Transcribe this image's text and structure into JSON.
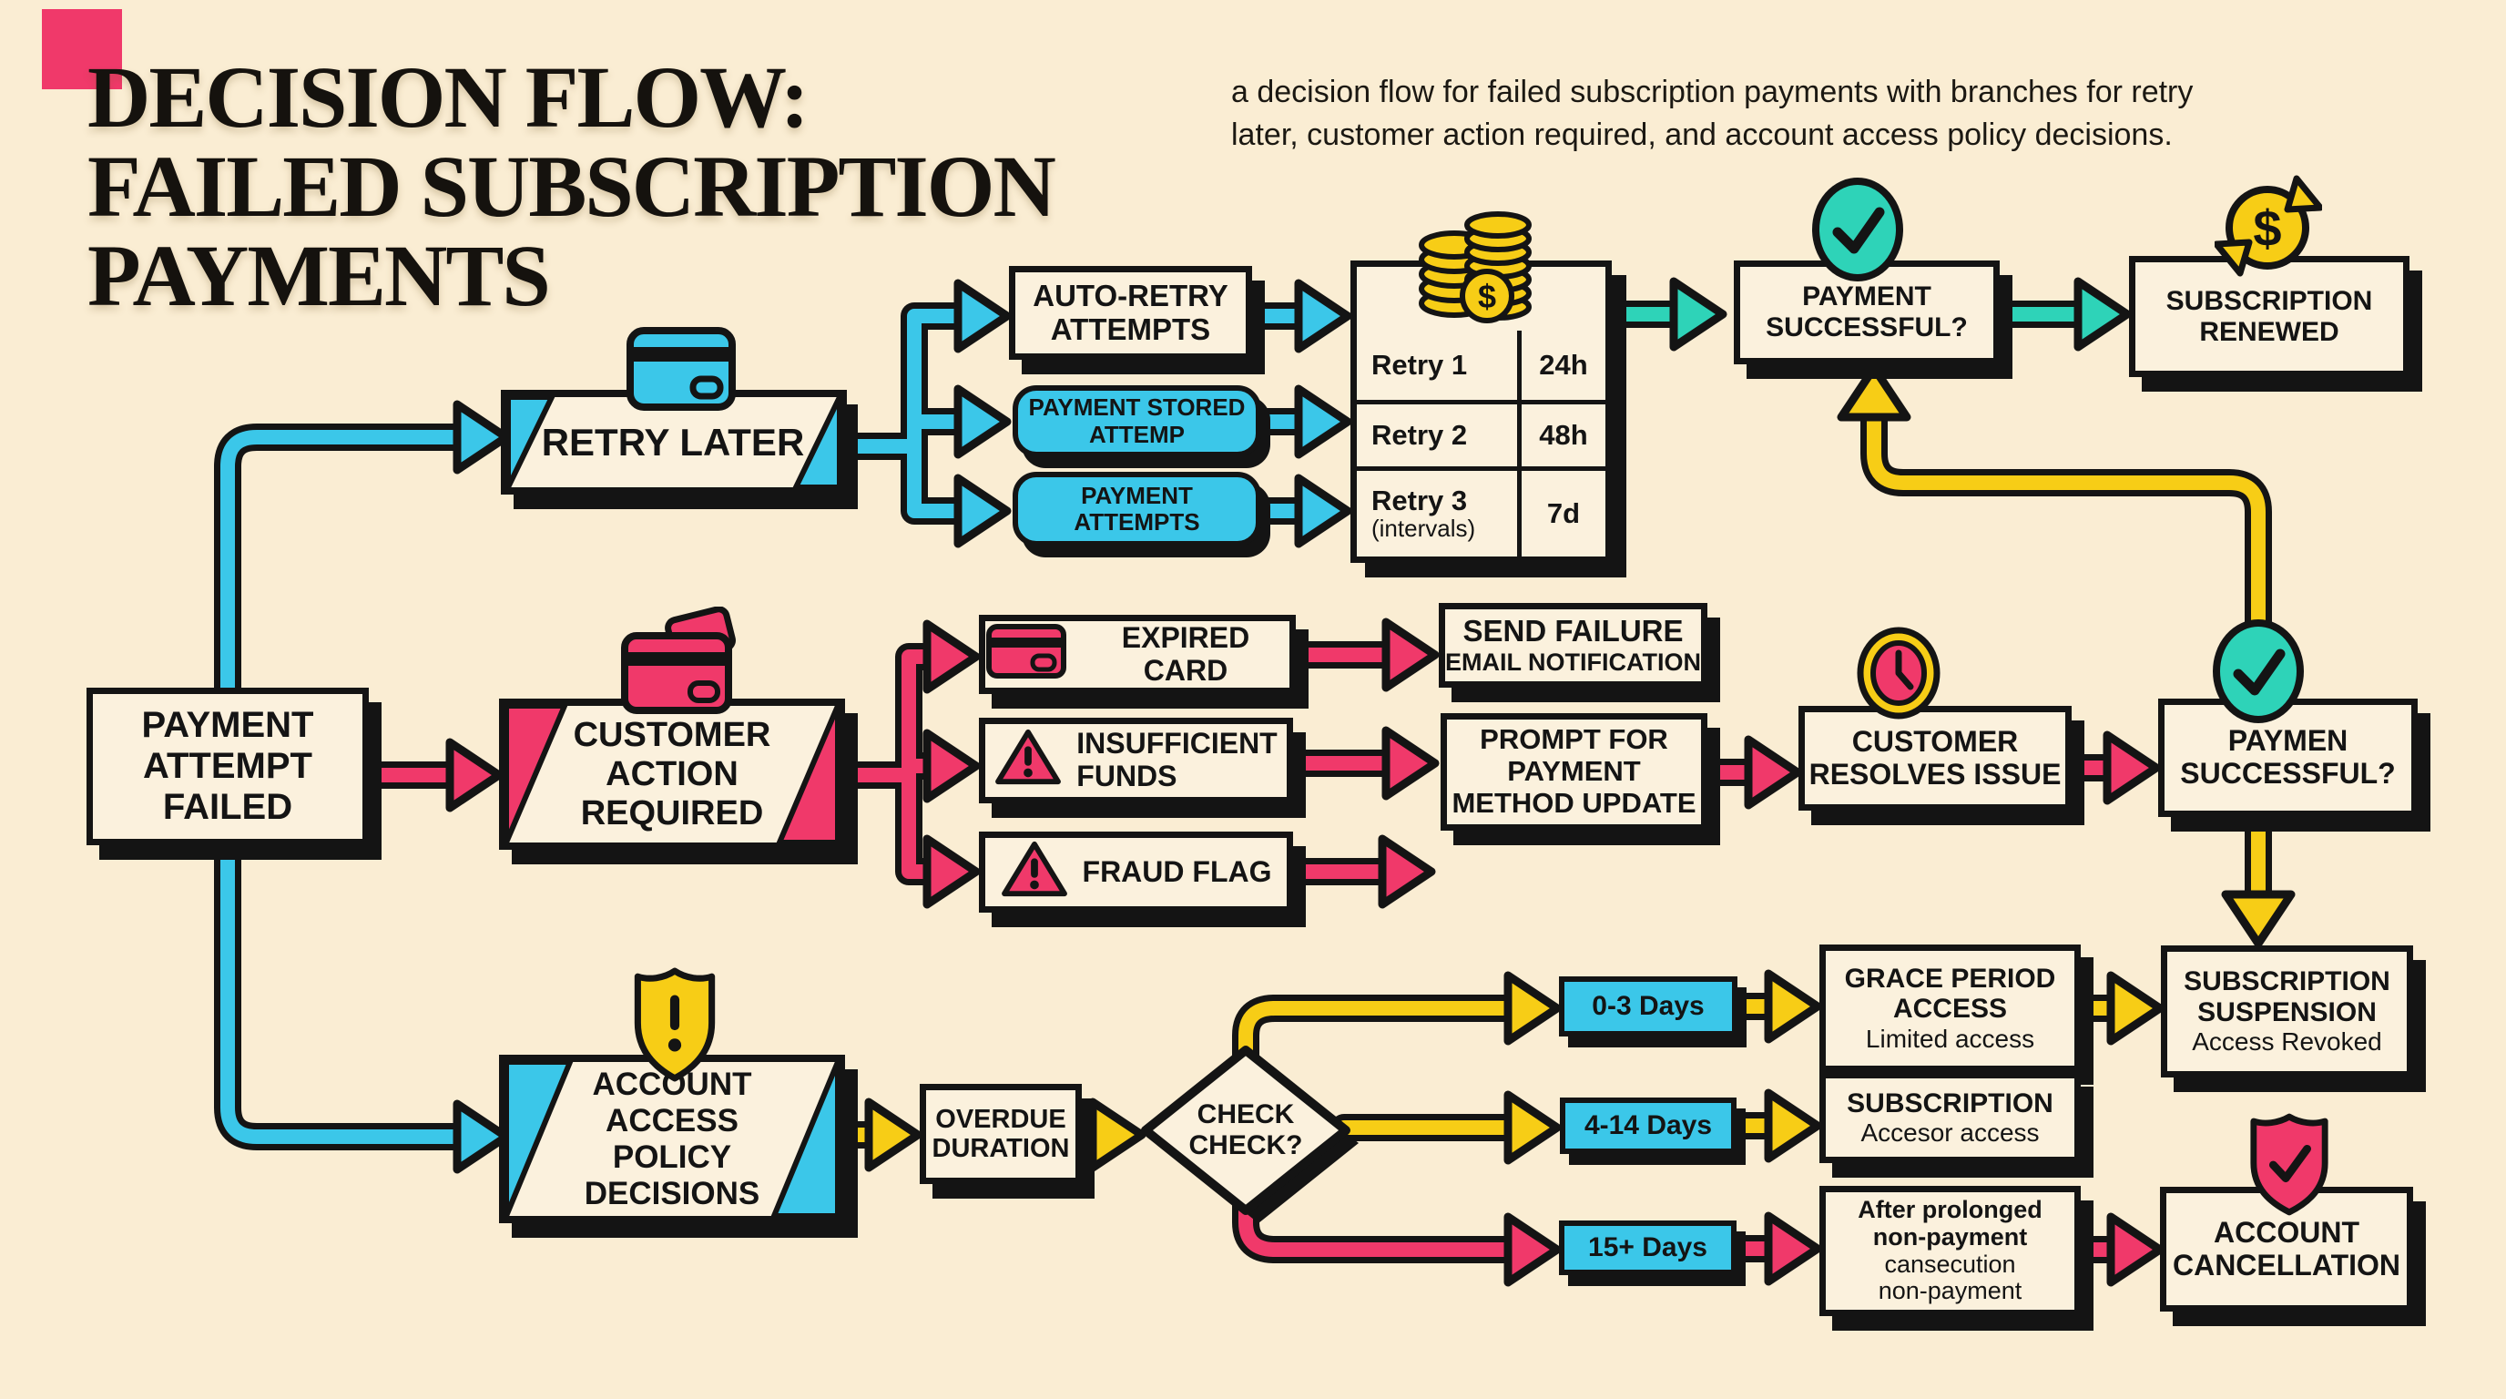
{
  "title": "DECISION FLOW:\nFAILED SUBSCRIPTION\nPAYMENTS",
  "subtitle": "a decision flow for failed subscription payments with branches for retry\nlater, customer action required, and account access policy decisions.",
  "colors": {
    "background": "#FAEDD3",
    "box_fill": "#FBF1DD",
    "cyan": "#3BC7E9",
    "teal": "#2ED3B8",
    "pink": "#F0396A",
    "yellow": "#F7CD16",
    "outline": "#141414"
  },
  "nodes": {
    "payment_attempt_failed": "PAYMENT\nATTEMPT\nFAILED",
    "retry_later": "RETRY LATER",
    "auto_retry_attempts": "AUTO-RETRY\nATTEMPTS",
    "payment_stored_attemp": "PAYMENT STORED\nATTEMP",
    "payment_attempts": "PAYMENT\nATTEMPTS",
    "payment_successful": "PAYMENT\nSUCCESSFUL?",
    "subscription_renewed": "SUBSCRIPTION\nRENEWED",
    "customer_action_required": "CUSTOMER\nACTION\nREQUIRED",
    "expired_card": "EXPIRED CARD",
    "insufficient_funds": "INSUFFICIENT\nFUNDS",
    "fraud_flag": "FRAUD FLAG",
    "send_failure_title": "SEND FAILURE",
    "send_failure_sub": "EMAIL NOTIFICATION",
    "prompt_payment_update": "PROMPT FOR\nPAYMENT\nMETHOD UPDATE",
    "customer_resolves_issue": "CUSTOMER\nRESOLVES ISSUE",
    "paymen_successful": "PAYMEN\nSUCCESSFUL?",
    "account_access_policy": "ACCOUNT\nACCESS\nPOLICY\nDECISIONS",
    "overdue_duration": "OVERDUE\nDURATION",
    "check_check": "CHECK\nCHECK?",
    "days_0_3": "0-3 Days",
    "days_4_14": "4-14 Days",
    "days_15_plus": "15+ Days",
    "grace_period_title": "GRACE PERIOD\nACCESS",
    "grace_period_sub": "Limited access",
    "subscription_title": "SUBSCRIPTION",
    "subscription_sub": "Accesor access",
    "after_prolonged_bold": "After prolonged\nnon-payment",
    "after_prolonged_rest": "cansecution\nnon-payment",
    "subscription_suspension_title": "SUBSCRIPTION\nSUSPENSION",
    "subscription_suspension_sub": "Access Revoked",
    "account_cancellation": "ACCOUNT\nCANCELLATION"
  },
  "table": {
    "rows": [
      {
        "label": "Retry 1",
        "value": "24h"
      },
      {
        "label": "Retry 2",
        "value": "48h"
      },
      {
        "label": "Retry 3",
        "sub": "(intervals)",
        "value": "7d"
      }
    ]
  },
  "icons": [
    "credit-card-icon",
    "coins-icon",
    "check-circle-icon",
    "dollar-renew-icon",
    "wallet-icon",
    "warning-triangle-icon",
    "clock-icon",
    "shield-alert-icon",
    "shield-check-icon"
  ]
}
